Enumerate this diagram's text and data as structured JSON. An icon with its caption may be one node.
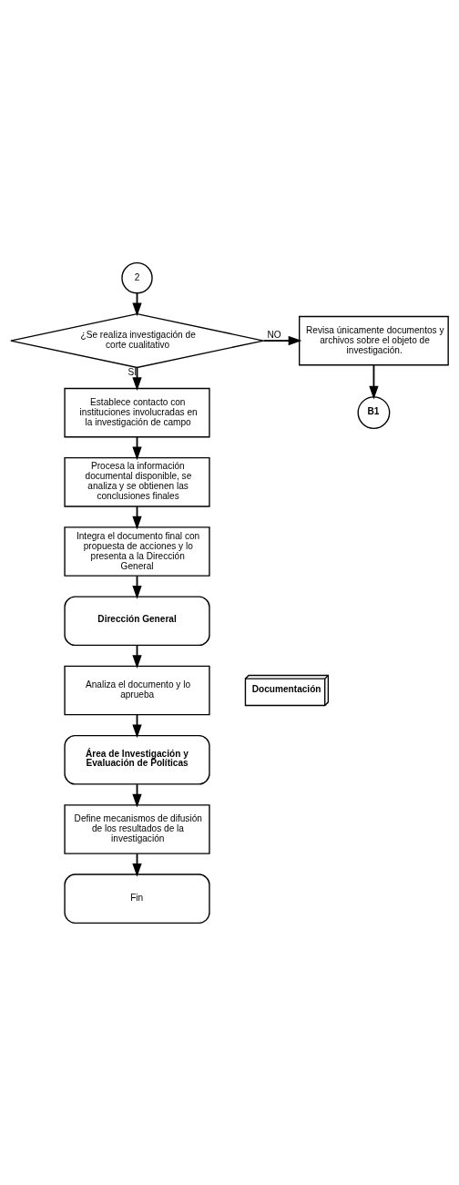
{
  "diagram": {
    "nodes": [
      {
        "text": [
          "2"
        ]
      },
      {
        "text": [
          "¿Se realiza investigación de corte cualitativo"
        ]
      },
      {
        "text": [
          "Revisa únicamente documentos y archivos sobre el objeto de investigación."
        ]
      },
      {
        "text": [
          "B1"
        ]
      },
      {
        "text": [
          "Establece contacto con instituciones involucradas en la investigación de campo"
        ]
      },
      {
        "text": [
          "Procesa la información documental disponible, se analiza y se obtienen las conclusiones finales"
        ]
      },
      {
        "text": [
          "Integra el documento final con propuesta de acciones y lo presenta a la Dirección General"
        ]
      },
      {
        "text": [
          "Dirección General"
        ]
      },
      {
        "text": [
          "Analiza el documento y lo aprueba"
        ]
      },
      {
        "text": [
          "Documentación"
        ]
      },
      {
        "text": [
          "Área de Investigación y Evaluación de Políticas"
        ]
      },
      {
        "text": [
          "Define mecanismos de difusión de los resultados de la investigación"
        ]
      },
      {
        "text": [
          "Fin"
        ]
      }
    ],
    "edges": [
      {
        "from": 0,
        "to": 1,
        "arrow": "to"
      },
      {
        "from": 1,
        "to": 2,
        "arrow": "to",
        "label": "NO"
      },
      {
        "from": 2,
        "to": 3,
        "arrow": "to"
      },
      {
        "from": 1,
        "to": 4,
        "arrow": "to",
        "label": "SI"
      },
      {
        "from": 4,
        "to": 5,
        "arrow": "to"
      },
      {
        "from": 5,
        "to": 6,
        "arrow": "to"
      },
      {
        "from": 6,
        "to": 7,
        "arrow": "to"
      },
      {
        "from": 7,
        "to": 8,
        "arrow": "to"
      },
      {
        "from": 8,
        "to": 10,
        "arrow": "to"
      },
      {
        "from": 10,
        "to": 11,
        "arrow": "to"
      },
      {
        "from": 11,
        "to": 12,
        "arrow": "to"
      }
    ]
  }
}
